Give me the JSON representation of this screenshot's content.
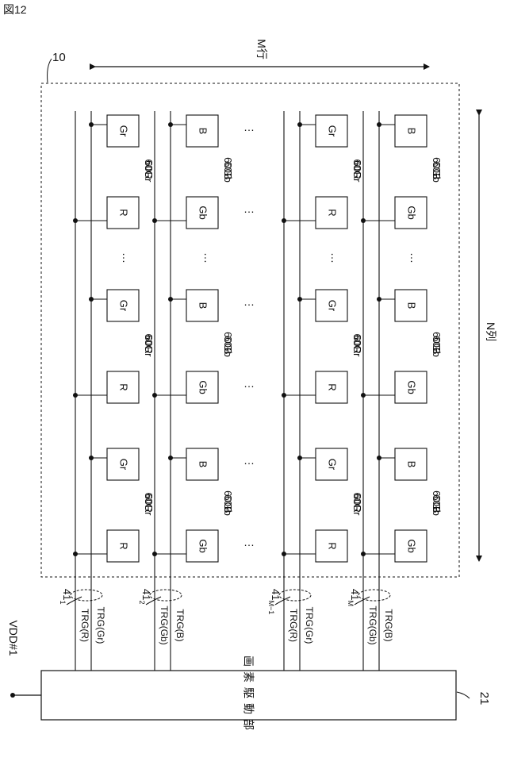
{
  "figure": {
    "title": "図12",
    "pixel_array_ref": "10",
    "driver_ref": "21",
    "driver_label": "画素駆動部",
    "vdd_label": "VDD#1",
    "m_label": "M行",
    "n_label": "N列",
    "ellipsis": "…",
    "trg_labels": [
      "TRG(R)",
      "TRG(Gr)",
      "TRG(Gb)",
      "TRG(B)",
      "TRG(R)",
      "TRG(Gr)",
      "TRG(Gb)",
      "TRG(B)"
    ],
    "group_labels": [
      {
        "base": "41",
        "sub": "1"
      },
      {
        "base": "41",
        "sub": "2"
      },
      {
        "base": "41",
        "sub": "M−1"
      },
      {
        "base": "41",
        "sub": "M"
      }
    ],
    "pixels": {
      "r": "R",
      "gr": "Gr",
      "gb": "Gb",
      "b": "B",
      "ref_r": "60R",
      "ref_gr": "60Gr",
      "ref_gb": "60Gb",
      "ref_b": "60B"
    }
  }
}
